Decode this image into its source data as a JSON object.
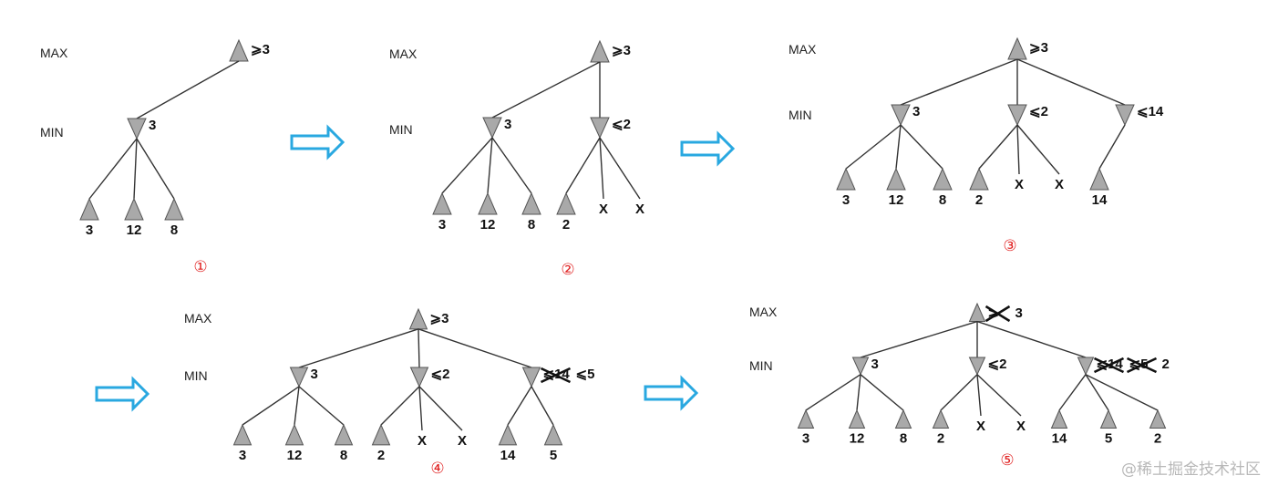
{
  "colors": {
    "arrow": "#29a8e0",
    "index": "#e02020",
    "node": "#a9a9a9"
  },
  "panels": [
    {
      "index_label": "①",
      "max_label": "MAX",
      "min_label": "MIN",
      "root_value": "⩾3",
      "min_nodes": [
        {
          "value": "3",
          "leaves": [
            "3",
            "12",
            "8"
          ]
        }
      ]
    },
    {
      "index_label": "②",
      "max_label": "MAX",
      "min_label": "MIN",
      "root_value": "⩾3",
      "min_nodes": [
        {
          "value": "3",
          "leaves": [
            "3",
            "12",
            "8"
          ]
        },
        {
          "value": "⩽2",
          "leaves": [
            "2",
            "X",
            "X"
          ]
        }
      ]
    },
    {
      "index_label": "③",
      "max_label": "MAX",
      "min_label": "MIN",
      "root_value": "⩾3",
      "min_nodes": [
        {
          "value": "3",
          "leaves": [
            "3",
            "12",
            "8"
          ]
        },
        {
          "value": "⩽2",
          "leaves": [
            "2",
            "X",
            "X"
          ]
        },
        {
          "value": "⩽14",
          "leaves": [
            "14"
          ]
        }
      ]
    },
    {
      "index_label": "④",
      "max_label": "MAX",
      "min_label": "MIN",
      "root_value": "⩾3",
      "min_nodes": [
        {
          "value": "3",
          "leaves": [
            "3",
            "12",
            "8"
          ]
        },
        {
          "value": "⩽2",
          "leaves": [
            "2",
            "X",
            "X"
          ]
        },
        {
          "crossed_value": "⩽14",
          "value": "⩽5",
          "leaves": [
            "14",
            "5"
          ]
        }
      ]
    },
    {
      "index_label": "⑤",
      "max_label": "MAX",
      "min_label": "MIN",
      "root_crossed_value": "⩾",
      "root_value": "3",
      "min_nodes": [
        {
          "value": "3",
          "leaves": [
            "3",
            "12",
            "8"
          ]
        },
        {
          "value": "⩽2",
          "leaves": [
            "2",
            "X",
            "X"
          ]
        },
        {
          "crossed_values": [
            "⩽14",
            "⩽5"
          ],
          "value": "2",
          "leaves": [
            "14",
            "5",
            "2"
          ]
        }
      ]
    }
  ],
  "flow_arrows": [
    {
      "icon": "right-arrow-icon"
    },
    {
      "icon": "right-arrow-icon"
    },
    {
      "icon": "right-arrow-icon"
    },
    {
      "icon": "right-arrow-icon"
    }
  ],
  "watermark": "@稀土掘金技术社区"
}
